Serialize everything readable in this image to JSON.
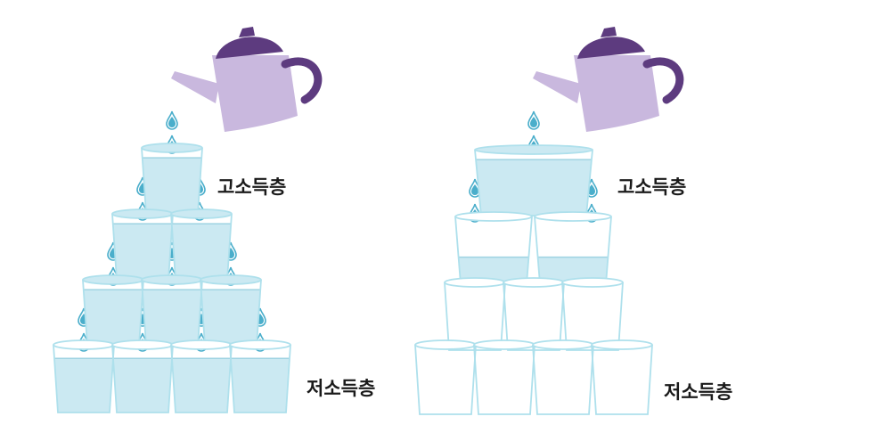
{
  "colors": {
    "background": "#ffffff",
    "glass_outline": "#aee0ec",
    "water": "#cbe9f2",
    "water_outline": "#9fd3e2",
    "drop": "#4aaecb",
    "kettle_body": "#c9b8de",
    "kettle_lid": "#5d3b7f",
    "label_text": "#1a1a1a"
  },
  "left_diagram": {
    "top_label": "고소득층",
    "bottom_label": "저소득층",
    "icon": "teapot-icon",
    "levels": [
      {
        "level": "top",
        "cups": 1,
        "fill": [
          0.85
        ]
      },
      {
        "level": "upper-middle",
        "cups": 2,
        "fill": [
          0.85,
          0.85
        ]
      },
      {
        "level": "lower-middle",
        "cups": 3,
        "fill": [
          0.85,
          0.85,
          0.85
        ]
      },
      {
        "level": "bottom",
        "cups": 4,
        "fill": [
          0.8,
          0.8,
          0.8,
          0.8
        ]
      }
    ]
  },
  "right_diagram": {
    "top_label": "고소득층",
    "bottom_label": "저소득층",
    "icon": "teapot-icon",
    "levels": [
      {
        "level": "top",
        "cups": 1,
        "fill": [
          0.85
        ]
      },
      {
        "level": "upper-middle",
        "cups": 2,
        "fill": [
          0.4,
          0.4
        ]
      },
      {
        "level": "lower-middle",
        "cups": 3,
        "fill": [
          0,
          0,
          0
        ]
      },
      {
        "level": "bottom",
        "cups": 4,
        "fill": [
          0,
          0,
          0,
          0
        ]
      }
    ]
  }
}
